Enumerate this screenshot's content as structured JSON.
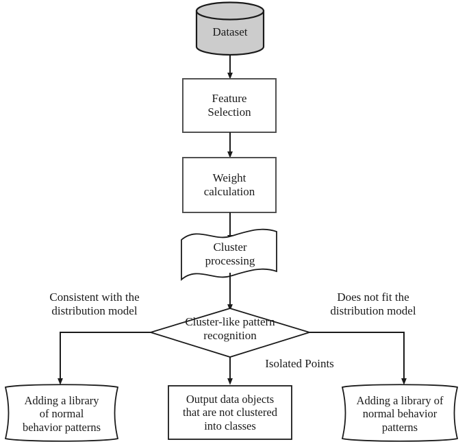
{
  "diagram": {
    "title": "Cluster-based anomaly detection flowchart",
    "colors": {
      "stroke": "#1a1a1a",
      "shape_fill": "#ffffff",
      "datastore_fill": "#cccccc",
      "text": "#1a1a1a"
    },
    "nodes": {
      "dataset": {
        "label": "Dataset",
        "shape": "cylinder"
      },
      "feature_selection": {
        "label": "Feature\nSelection",
        "shape": "rectangle"
      },
      "weight_calculation": {
        "label": "Weight\ncalculation",
        "shape": "rectangle"
      },
      "cluster_processing": {
        "label": "Cluster\nprocessing",
        "shape": "wave"
      },
      "decision": {
        "label": "Cluster-like pattern\nrecognition",
        "shape": "diamond"
      },
      "left_output": {
        "label": "Adding a library\nof normal\nbehavior patterns",
        "shape": "tape"
      },
      "middle_output": {
        "label": "Output data objects\nthat are not clustered\ninto classes",
        "shape": "rectangle"
      },
      "right_output": {
        "label": "Adding a library of\nnormal behavior\npatterns",
        "shape": "tape"
      }
    },
    "edge_labels": {
      "left_branch": "Consistent with the\ndistribution model",
      "right_branch": "Does not fit the\ndistribution model",
      "center_branch": "Isolated Points"
    }
  }
}
